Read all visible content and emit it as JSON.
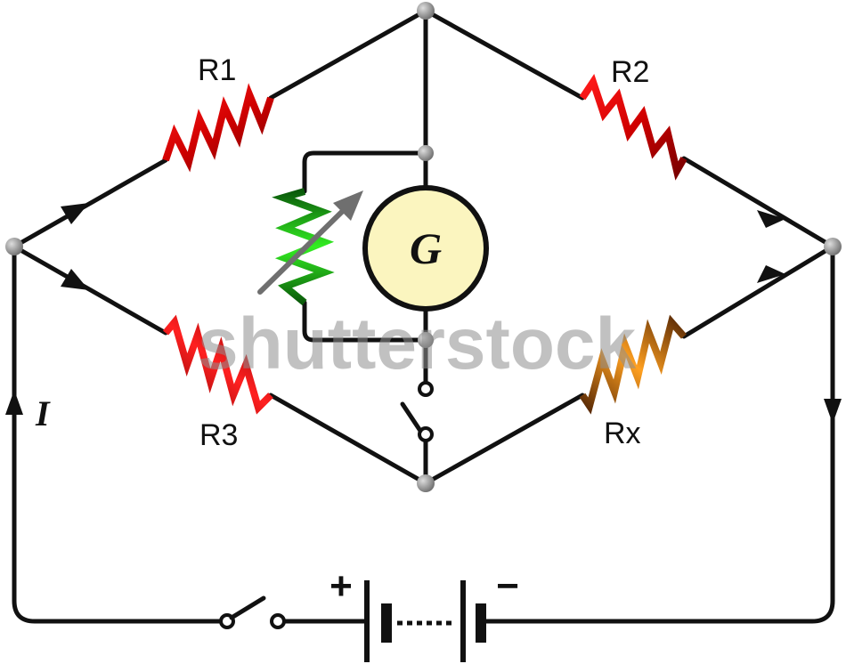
{
  "labels": {
    "r1": "R1",
    "r2": "R2",
    "r3": "R3",
    "rx": "Rx",
    "galvanometer": "G",
    "current": "I",
    "battery_plus": "+",
    "battery_minus": "−"
  },
  "watermark": "shutterstock",
  "colors": {
    "wire": "#111111",
    "resistor_red_light": "#ff1a1a",
    "resistor_red_dark": "#8a0000",
    "resistor_green_light": "#33ee22",
    "resistor_green_dark": "#0a5a0a",
    "resistor_orange_light": "#ffa020",
    "resistor_orange_dark": "#5a2a05",
    "galvanometer_fill": "#fbf5bf",
    "node": "#8a8a8a"
  }
}
